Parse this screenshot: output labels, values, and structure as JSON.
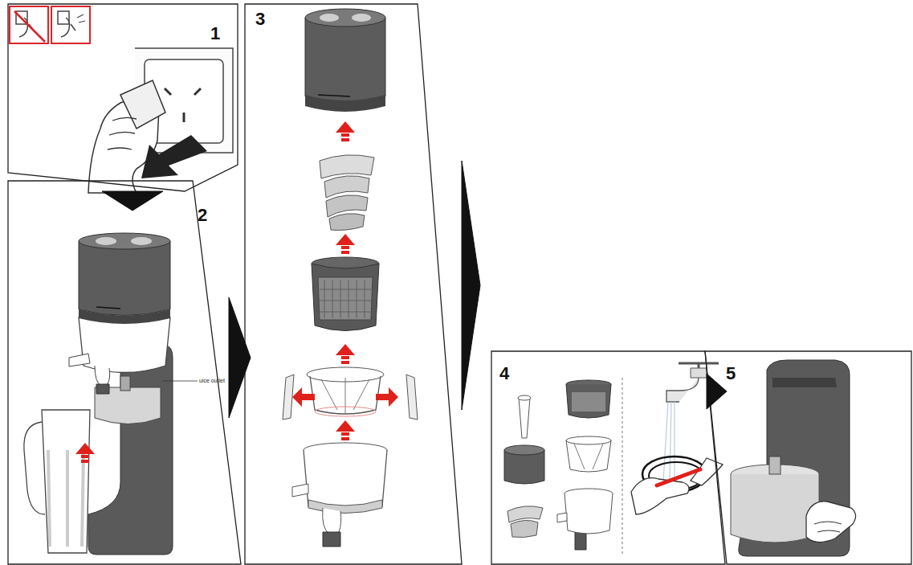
{
  "diagram": {
    "nodes": [
      {
        "text": [
          "1"
        ]
      },
      {
        "text": [
          "2"
        ]
      },
      {
        "text": [
          "3"
        ]
      },
      {
        "text": [
          "4"
        ]
      },
      {
        "text": [
          "5"
        ]
      }
    ],
    "edges": [
      {
        "from": 0,
        "to": 1,
        "arrow": "to"
      },
      {
        "from": 1,
        "to": 2,
        "arrow": "to"
      },
      {
        "from": 2,
        "to": 3,
        "arrow": "to"
      },
      {
        "from": 3,
        "to": 4,
        "arrow": "to"
      }
    ],
    "labels": [
      "uice outlet"
    ]
  }
}
